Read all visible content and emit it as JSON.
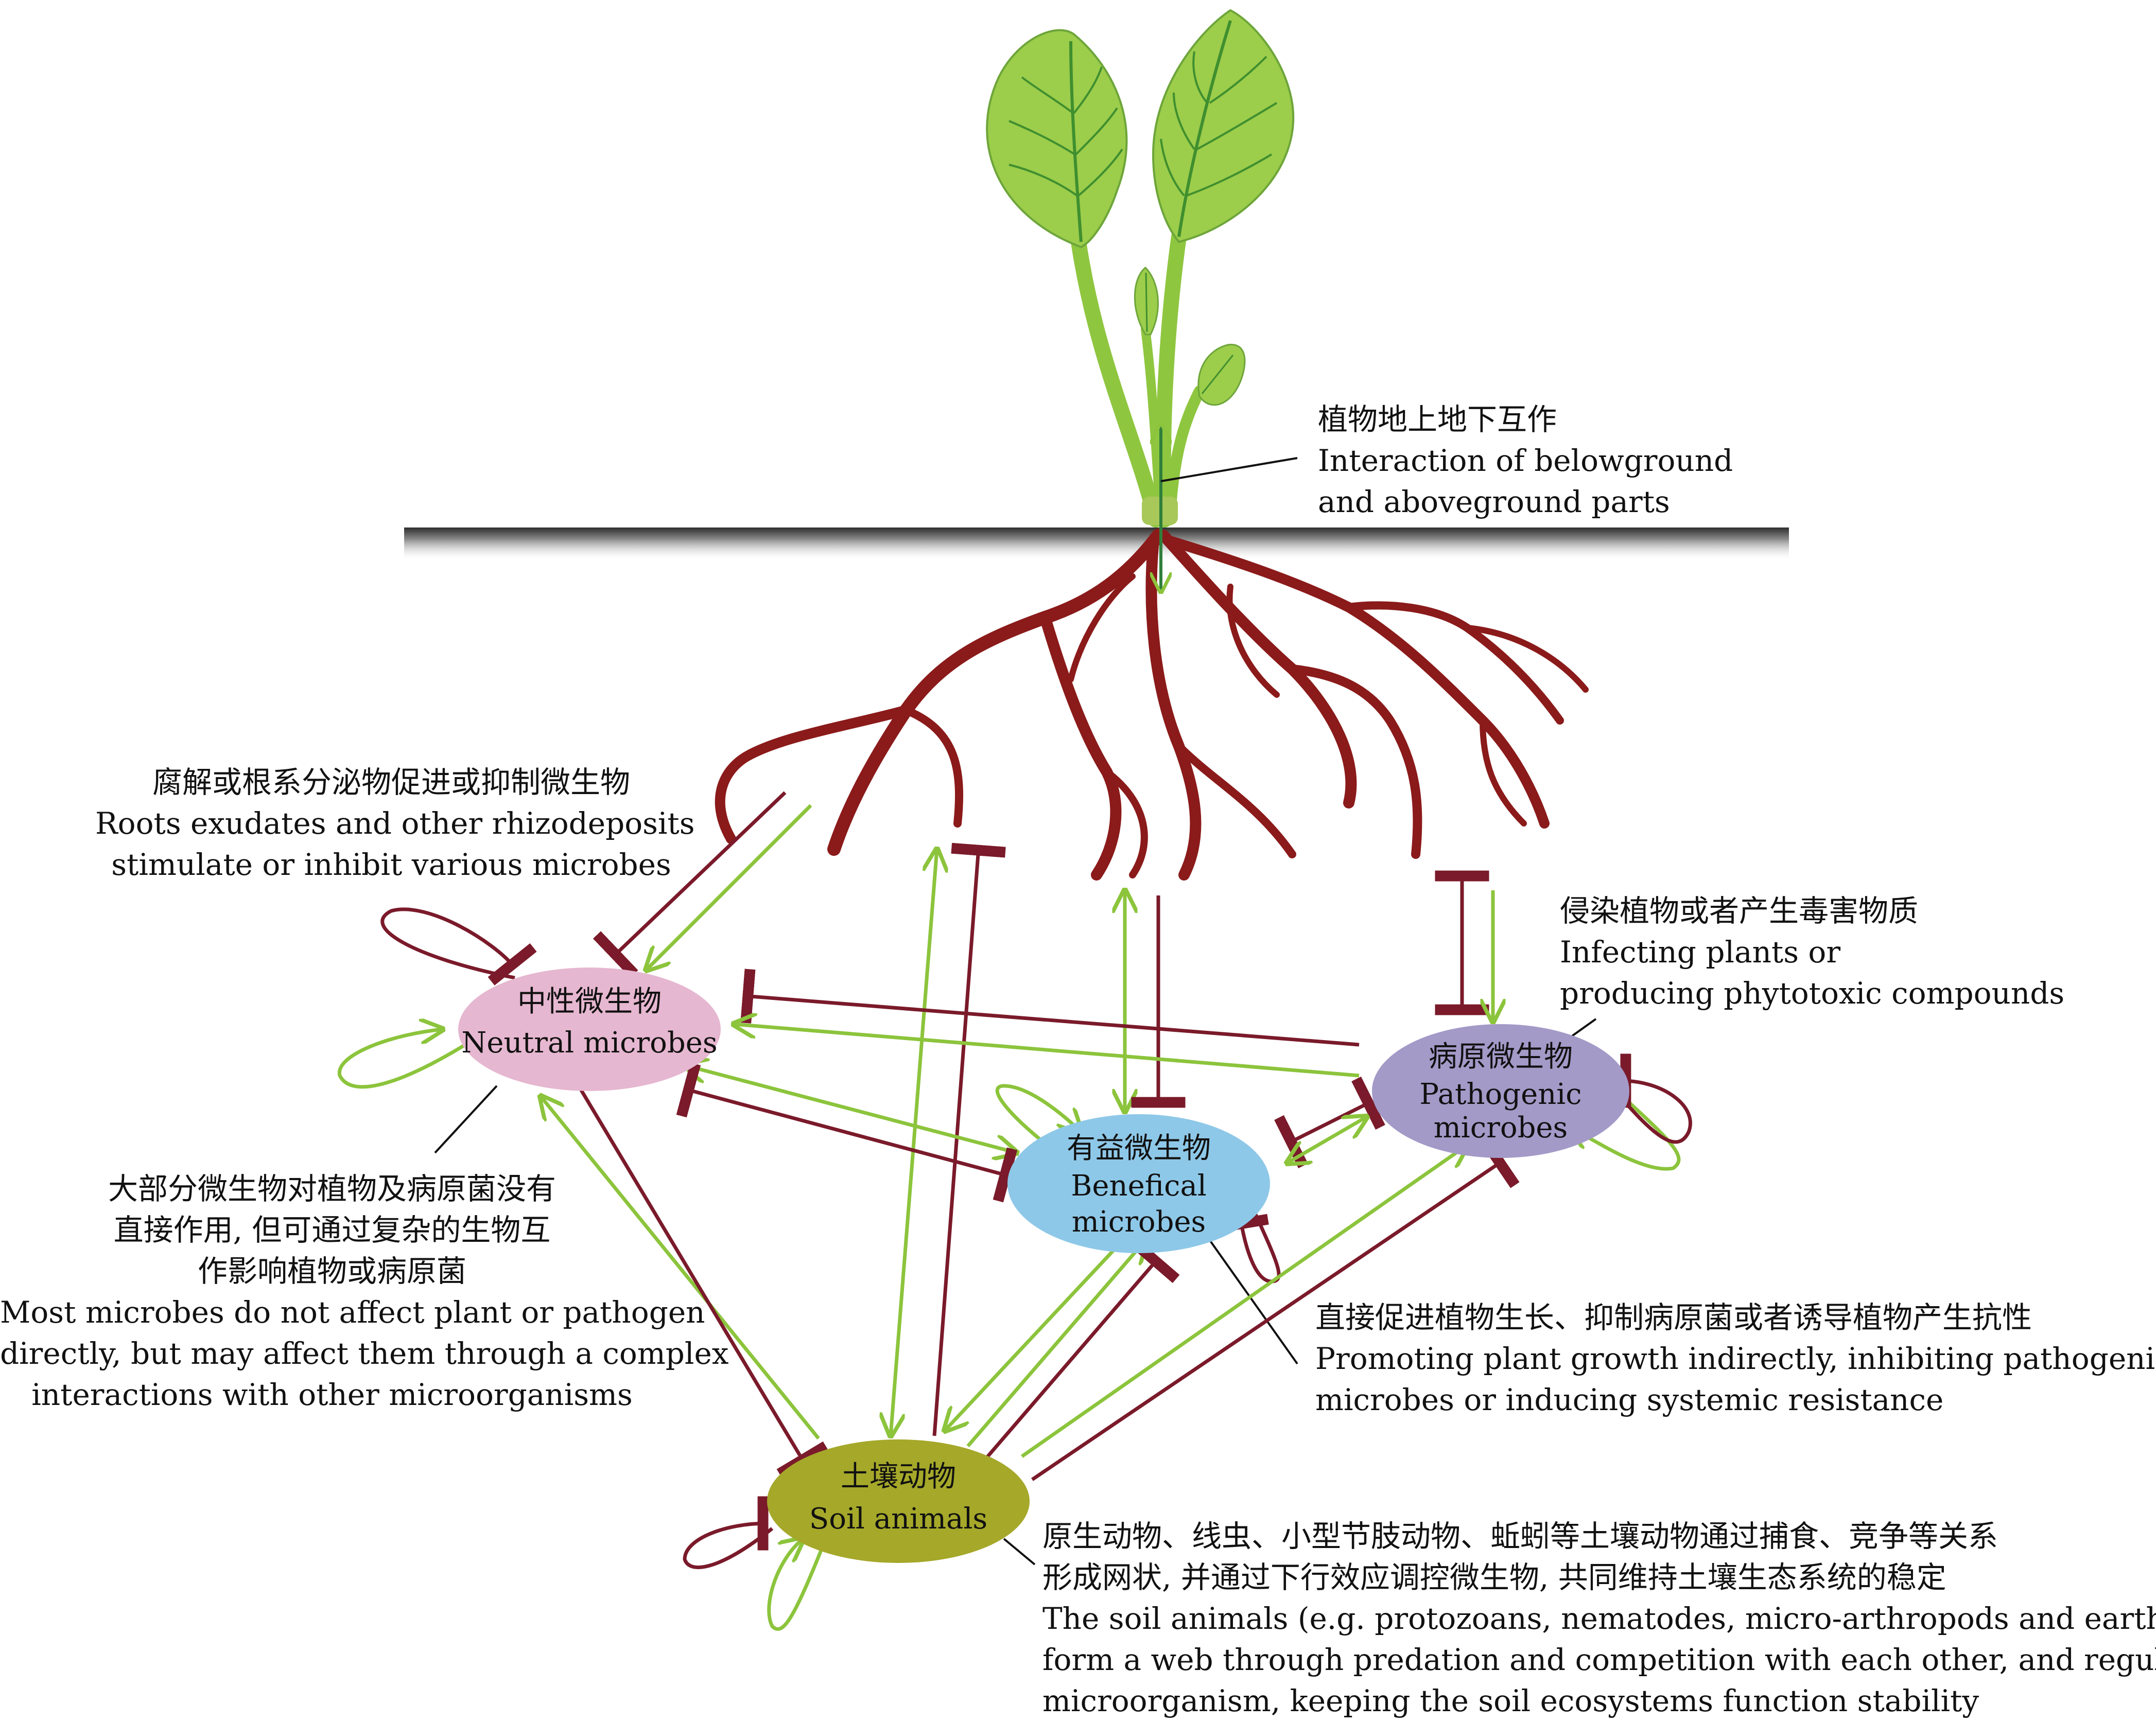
{
  "colors": {
    "stimulate_arrow": "#8cc43c",
    "inhibit_arrow": "#7a1a2a",
    "root": "#8b1a1a",
    "leaf": "#9ccd4b",
    "leaf_vein": "#3f8f2f",
    "soil_line": "#3a3a3a",
    "neutral": "#e6b7d0",
    "beneficial": "#8ec8e8",
    "pathogenic": "#a39ac8",
    "soil_animals": "#a5a829"
  },
  "icons": {
    "plant": "plant-illustration-icon"
  },
  "nodes": {
    "neutral": {
      "zh": "中性微生物",
      "en": "Neutral microbes"
    },
    "beneficial": {
      "zh": "有益微生物",
      "en1": "Benefical",
      "en2": "microbes"
    },
    "pathogenic": {
      "zh": "病原微生物",
      "en1": "Pathogenic",
      "en2": "microbes"
    },
    "soil_animals": {
      "zh": "土壤动物",
      "en": "Soil animals"
    }
  },
  "annotations": {
    "plant_interaction": {
      "zh": "植物地上地下互作",
      "en1": "Interaction of belowground",
      "en2": "and aboveground parts"
    },
    "root_exudates": {
      "zh": "腐解或根系分泌物促进或抑制微生物",
      "en1": "Roots exudates and other rhizodeposits",
      "en2": "stimulate or inhibit various microbes"
    },
    "pathogen_effect": {
      "zh": "侵染植物或者产生毒害物质",
      "en1": "Infecting plants or",
      "en2": "producing phytotoxic compounds"
    },
    "neutral_effect": {
      "zh1": "大部分微生物对植物及病原菌没有",
      "zh2": "直接作用, 但可通过复杂的生物互",
      "zh3": "作影响植物或病原菌",
      "en1": "Most microbes do not affect plant or pathogen",
      "en2": "directly, but may affect them through a complex",
      "en3": "interactions with other microorganisms"
    },
    "beneficial_effect": {
      "zh": "直接促进植物生长、抑制病原菌或者诱导植物产生抗性",
      "en1": "Promoting plant growth indirectly, inhibiting pathogenic",
      "en2": "microbes or inducing systemic resistance"
    },
    "soil_animal_effect": {
      "zh1": "原生动物、线虫、小型节肢动物、蚯蚓等土壤动物通过捕食、竞争等关系",
      "zh2": "形成网状, 并通过下行效应调控微生物, 共同维持土壤生态系统的稳定",
      "en1": "The soil animals (e.g. protozoans, nematodes, micro-arthropods and earthworms)",
      "en2": "form a web through predation and competition with each other, and regulate soil",
      "en3": "microorganism, keeping the soil ecosystems function stability"
    }
  }
}
